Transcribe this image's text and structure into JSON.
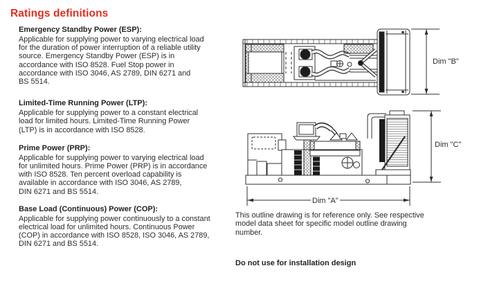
{
  "title": "Ratings definitions",
  "colors": {
    "title_red": "#de3120",
    "ink": "#2b2b2b",
    "line_ink": "#2f2f2f"
  },
  "sections": [
    {
      "heading": "Emergency Standby Power (ESP):",
      "lines": [
        "Applicable for supplying power to varying electrical load",
        "for the duration of power interruption of a reliable utility",
        "source. Emergency Standby Power (ESP) is in",
        "accordance with ISO 8528. Fuel Stop power in",
        "accordance with ISO 3046, AS 2789, DIN 6271 and",
        "BS 5514."
      ]
    },
    {
      "heading": "Limited-Time Running Power (LTP):",
      "lines": [
        "Applicable for supplying power to a constant electrical",
        "load for limited hours. Limited-Time Running Power",
        "(LTP) is in accordance with ISO 8528."
      ]
    },
    {
      "heading": "Prime Power (PRP):",
      "lines": [
        "Applicable for supplying power to varying electrical load",
        "for unlimited hours. Prime Power (PRP) is in accordance",
        "with ISO 8528. Ten percent overload capability is",
        "available in accordance with ISO 3046, AS 2789,",
        "DIN 6271 and BS 5514."
      ]
    },
    {
      "heading": "Base Load (Continuous) Power (COP):",
      "lines": [
        "Applicable for supplying power continuously to a constant",
        "electrical load for unlimited hours. Continuous Power",
        "(COP) in accordance with ISO 8528, ISO 3046, AS 2789,",
        "DIN 6271 and BS 5514."
      ]
    }
  ],
  "outline_figure": {
    "dim_a_label": "Dim \"A\"",
    "dim_b_label": "Dim \"B\"",
    "dim_c_label": "Dim \"C\"",
    "note_lines": [
      "This outline drawing is for reference only. See respective",
      "model data sheet for specific model outline drawing",
      "number."
    ],
    "warning": "Do not use for installation design"
  }
}
